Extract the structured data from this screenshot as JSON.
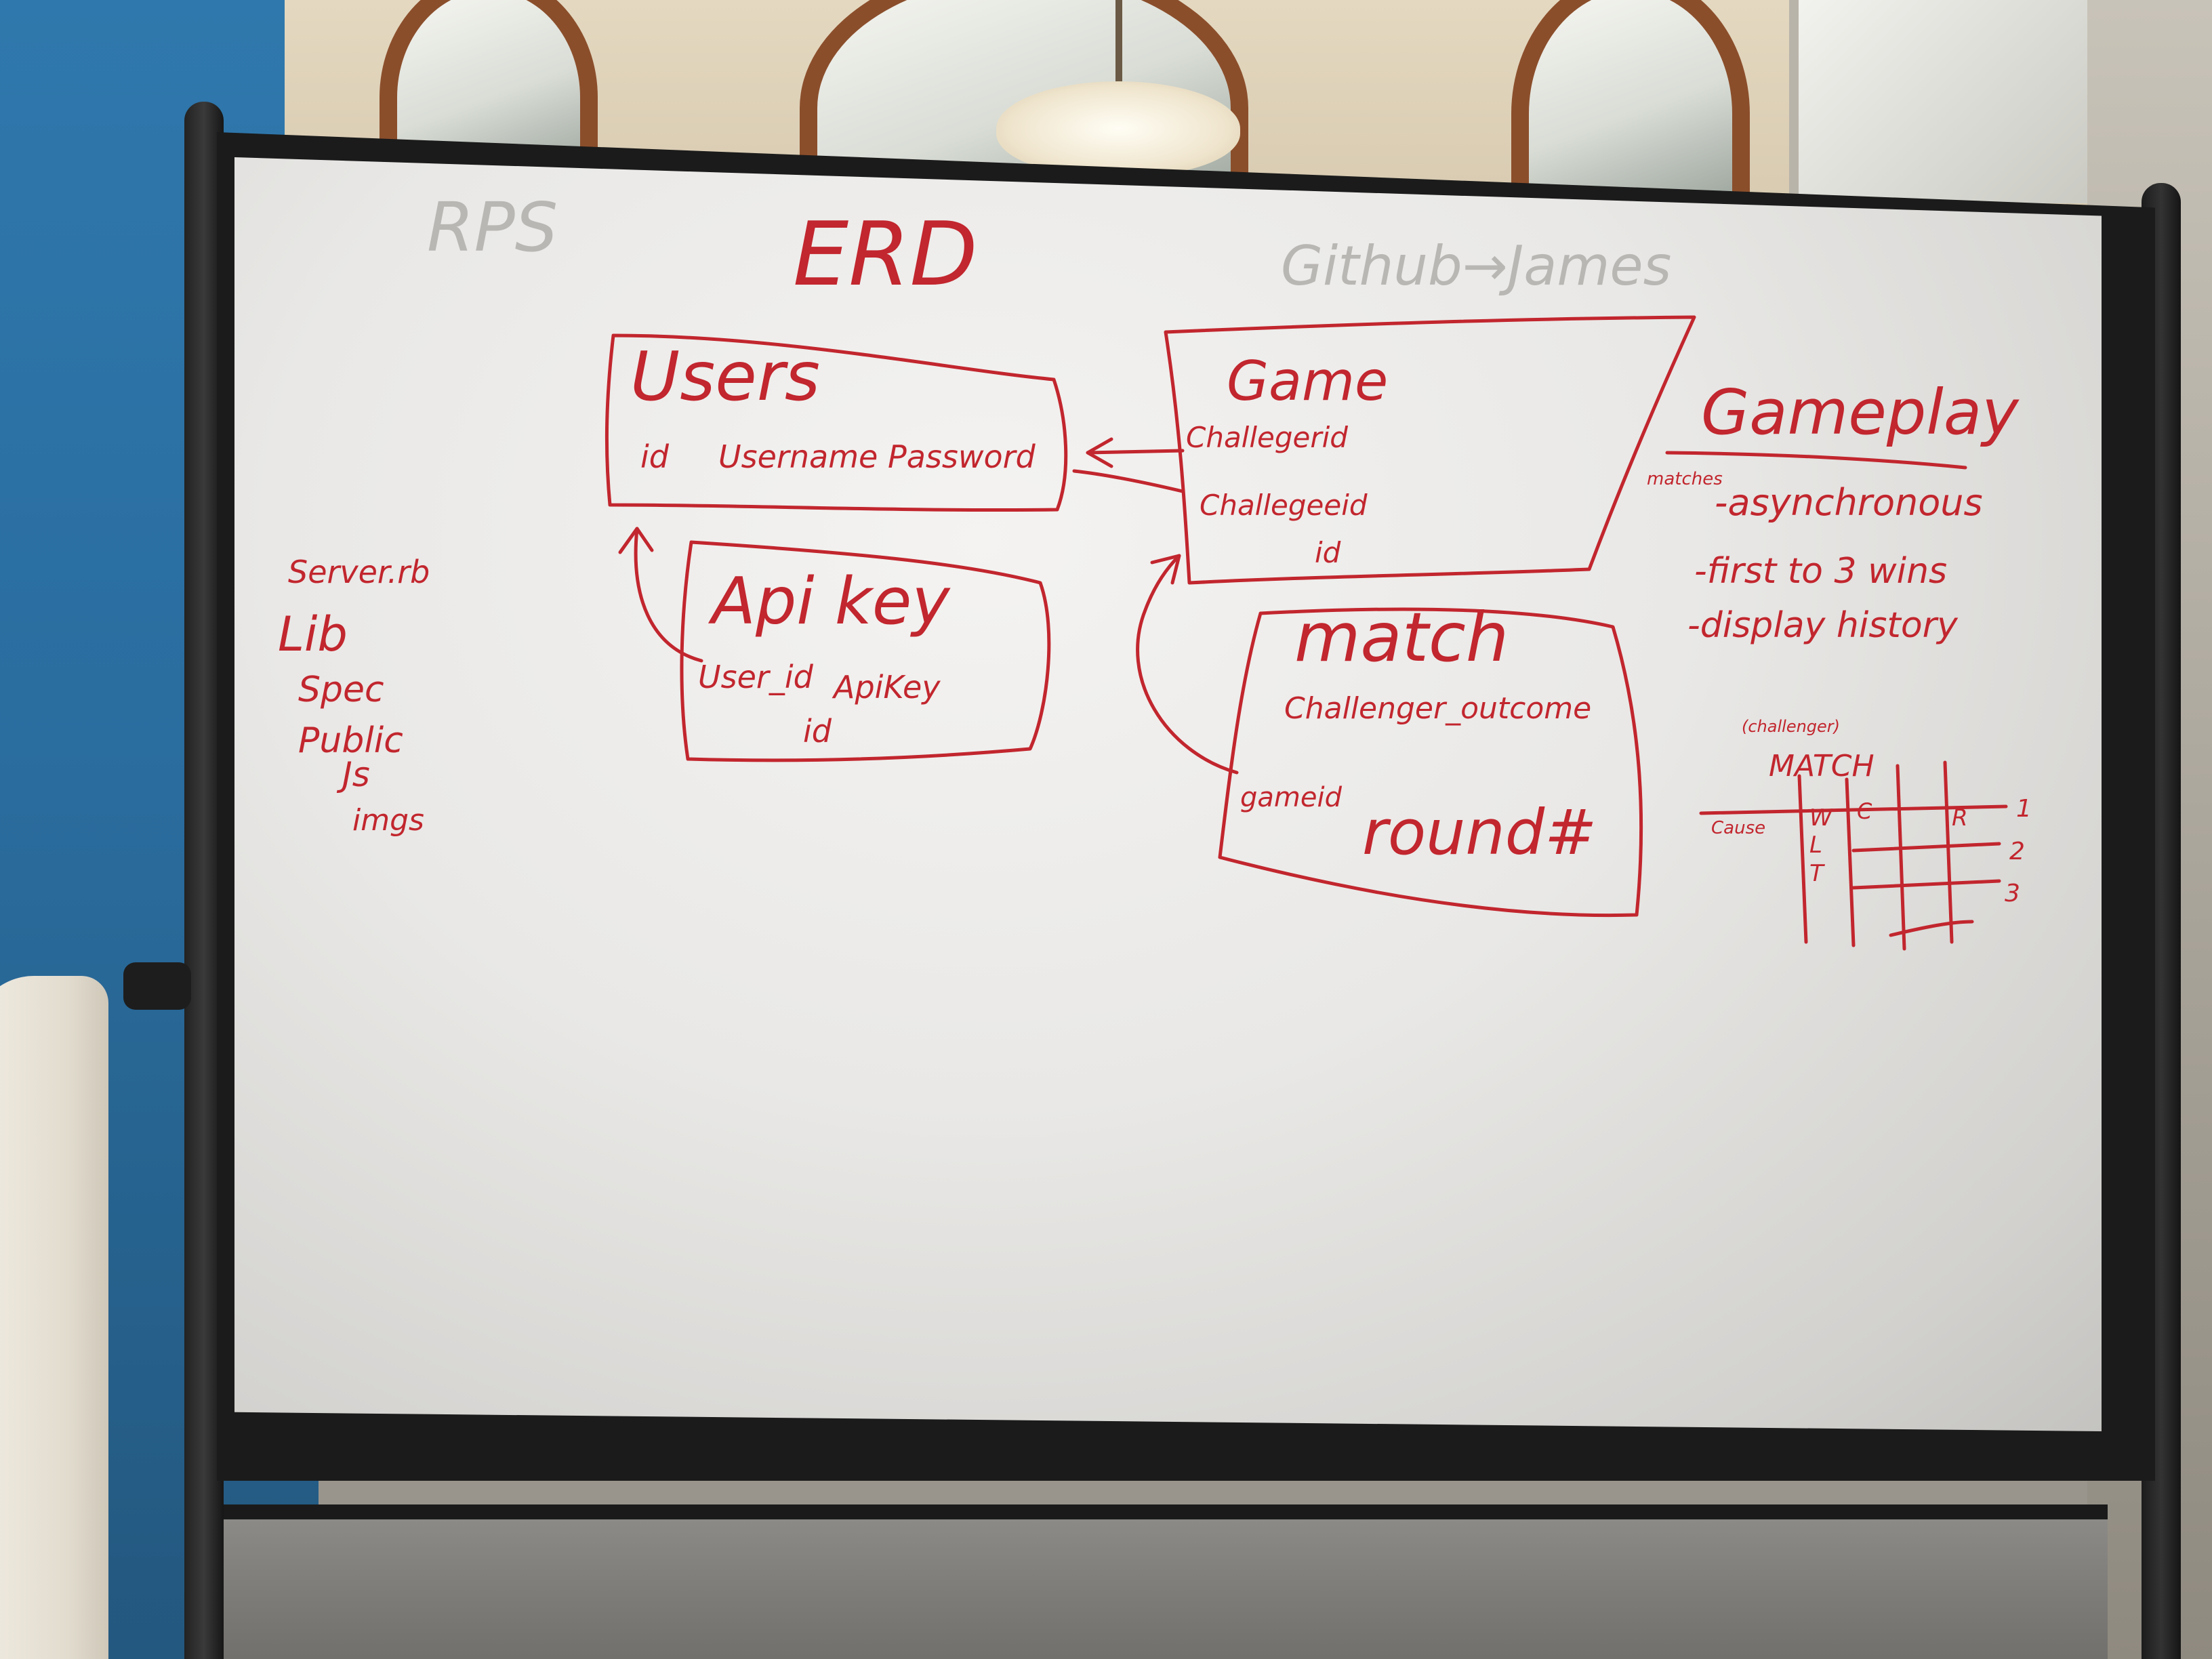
{
  "whiteboard": {
    "header": {
      "left_note": "RPS",
      "title": "ERD",
      "right_note": "Github→James"
    },
    "entities": {
      "users": {
        "name": "Users",
        "fields": [
          "id",
          "Username",
          "Password"
        ]
      },
      "game": {
        "name": "Game",
        "fields": [
          "Challegerid",
          "Challegeeid",
          "id"
        ]
      },
      "api_key": {
        "name": "Api key",
        "fields": [
          "User_id",
          "ApiKey",
          "id"
        ]
      },
      "match": {
        "name": "match",
        "fields": [
          "Challenger_outcome",
          "gameid",
          "round#"
        ]
      }
    },
    "file_tree": [
      "Server.rb",
      "Lib",
      "Spec",
      "Public",
      "Js",
      "imgs"
    ],
    "gameplay": {
      "title": "Gameplay",
      "side_note": "matches",
      "bullets": [
        "-asynchronous",
        "-first to 3 wins",
        "-display history"
      ]
    },
    "match_table": {
      "title": "MATCH",
      "note": "(challenger)",
      "row_label": "Cause",
      "outcomes": [
        "W",
        "L",
        "T"
      ],
      "columns": [
        "C",
        "R"
      ],
      "round_numbers": [
        "1",
        "2",
        "3"
      ]
    }
  },
  "colors": {
    "ink_red": "#c2262e",
    "ink_faint": "#b9b7b4"
  }
}
